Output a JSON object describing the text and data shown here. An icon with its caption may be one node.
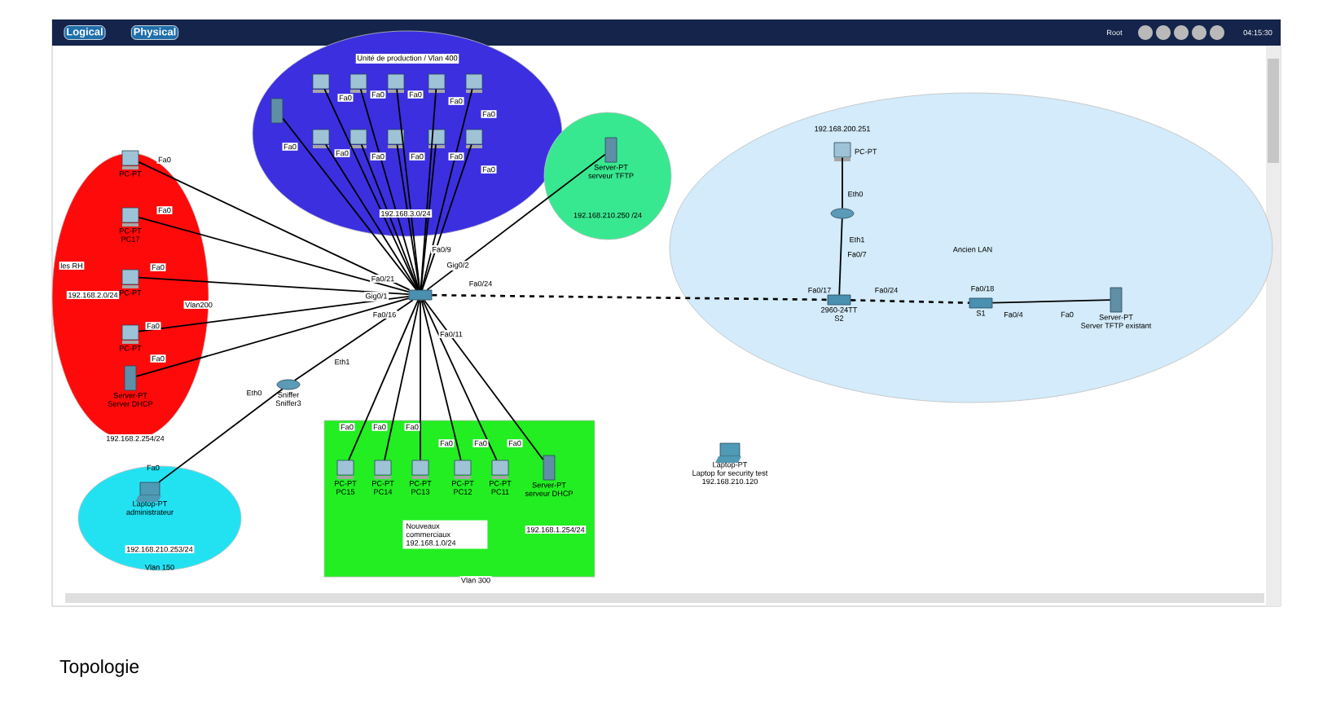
{
  "diagram": {
    "caption": "Topologie",
    "nodes": [
      {
        "text": [],
        "shape": "ellipse"
      },
      {
        "text": [
          "PC-PT"
        ],
        "in": 0
      },
      {
        "text": [
          "PC-PT",
          "PC17"
        ],
        "in": 0
      },
      {
        "text": [
          "PC-PT"
        ],
        "in": 0
      },
      {
        "text": [
          "PC-PT"
        ],
        "in": 0
      },
      {
        "text": [
          "Server-PT",
          "Server DHCP"
        ],
        "in": 0
      },
      {
        "text": [],
        "shape": "ellipse"
      },
      {
        "text": [],
        "shape": "box",
        "in": 6
      },
      {
        "text": [],
        "shape": "box",
        "in": 6
      },
      {
        "text": [],
        "shape": "box",
        "in": 6
      },
      {
        "text": [],
        "shape": "box",
        "in": 6
      },
      {
        "text": [],
        "shape": "box",
        "in": 6
      },
      {
        "text": [],
        "shape": "box",
        "in": 6
      },
      {
        "text": [],
        "shape": "box",
        "in": 6
      },
      {
        "text": [],
        "shape": "box",
        "in": 6
      },
      {
        "text": [],
        "shape": "box",
        "in": 6
      },
      {
        "text": [],
        "shape": "box",
        "in": 6
      },
      {
        "text": [],
        "shape": "box",
        "in": 6
      },
      {
        "text": [],
        "shape": "circle"
      },
      {
        "text": [
          "Server-PT",
          "serveur TFTP"
        ],
        "in": 18
      },
      {
        "text": [],
        "shape": "ellipse"
      },
      {
        "text": [
          "PC-PT"
        ],
        "in": 20
      },
      {
        "text": [],
        "shape": "ellipse",
        "in": 20
      },
      {
        "text": [
          "2960-24TT",
          "S2"
        ],
        "in": 20
      },
      {
        "text": [
          "S1"
        ],
        "in": 20
      },
      {
        "text": [
          "Server-PT",
          "Server TFTP existant"
        ],
        "in": 20
      },
      {
        "text": [],
        "shape": "box"
      },
      {
        "text": [
          "Sniffer",
          "Sniffer3"
        ]
      },
      {
        "text": [],
        "shape": "ellipse"
      },
      {
        "text": [
          "Laptop-PT",
          "administrateur"
        ],
        "in": 28
      },
      {
        "text": [],
        "shape": "box"
      },
      {
        "text": [
          "PC-PT",
          "PC15"
        ],
        "in": 30
      },
      {
        "text": [
          "PC-PT",
          "PC14"
        ],
        "in": 30
      },
      {
        "text": [
          "PC-PT",
          "PC13"
        ],
        "in": 30
      },
      {
        "text": [
          "PC-PT",
          "PC12"
        ],
        "in": 30
      },
      {
        "text": [
          "PC-PT",
          "PC11"
        ],
        "in": 30
      },
      {
        "text": [
          "Server-PT",
          "serveur DHCP"
        ],
        "in": 30
      },
      {
        "text": [
          "Nouveaux commerciaux 192.168.1.0/24"
        ],
        "in": 30
      },
      {
        "text": [
          "Laptop-PT",
          "Laptop for security test",
          "192.168.210.120"
        ]
      }
    ],
    "edges": [
      {
        "from": 1,
        "to": 26,
        "arrow": "none"
      },
      {
        "from": 2,
        "to": 26,
        "arrow": "none"
      },
      {
        "from": 3,
        "to": 26,
        "arrow": "none"
      },
      {
        "from": 4,
        "to": 26,
        "arrow": "none"
      },
      {
        "from": 5,
        "to": 26,
        "arrow": "none"
      },
      {
        "from": 7,
        "to": 26,
        "arrow": "none"
      },
      {
        "from": 8,
        "to": 26,
        "arrow": "none"
      },
      {
        "from": 9,
        "to": 26,
        "arrow": "none"
      },
      {
        "from": 10,
        "to": 26,
        "arrow": "none"
      },
      {
        "from": 11,
        "to": 26,
        "arrow": "none"
      },
      {
        "from": 12,
        "to": 26,
        "arrow": "none"
      },
      {
        "from": 13,
        "to": 26,
        "arrow": "none"
      },
      {
        "from": 14,
        "to": 26,
        "arrow": "none"
      },
      {
        "from": 15,
        "to": 26,
        "arrow": "none"
      },
      {
        "from": 16,
        "to": 26,
        "arrow": "none"
      },
      {
        "from": 17,
        "to": 26,
        "arrow": "none"
      },
      {
        "from": 19,
        "to": 26,
        "arrow": "none"
      },
      {
        "from": 26,
        "to": 23,
        "arrow": "none",
        "style": "dashed"
      },
      {
        "from": 21,
        "to": 22,
        "arrow": "none"
      },
      {
        "from": 22,
        "to": 23,
        "arrow": "none"
      },
      {
        "from": 23,
        "to": 24,
        "arrow": "none",
        "style": "dashed"
      },
      {
        "from": 24,
        "to": 25,
        "arrow": "none"
      },
      {
        "from": 26,
        "to": 27,
        "arrow": "none"
      },
      {
        "from": 27,
        "to": 29,
        "arrow": "none"
      },
      {
        "from": 31,
        "to": 26,
        "arrow": "none"
      },
      {
        "from": 32,
        "to": 26,
        "arrow": "none"
      },
      {
        "from": 33,
        "to": 26,
        "arrow": "none"
      },
      {
        "from": 34,
        "to": 26,
        "arrow": "none"
      },
      {
        "from": 35,
        "to": 26,
        "arrow": "none"
      },
      {
        "from": 36,
        "to": 26,
        "arrow": "none"
      }
    ],
    "labels": [
      "Logical",
      "Physical",
      "Root",
      "04:15:30",
      "Unité de production / Vlan 400",
      "Fa0",
      "Fa0",
      "Fa0",
      "Fa0",
      "Fa0",
      "Fa0",
      "Fa0",
      "Fa0",
      "Fa0",
      "Fa0",
      "Fa0",
      "192.168.3.0/24",
      "192.168.210.250 /24",
      "192.168.200.251",
      "Eth0",
      "Eth1",
      "Fa0/7",
      "Ancien LAN",
      "Fa0",
      "Fa0",
      "les RH",
      "192.168.2.0/24",
      "Vlan200",
      "Fa0",
      "Fa0",
      "Fa0",
      "Fa0/9",
      "Gig0/2",
      "Fa0/21",
      "Fa0/24",
      "Gig0/1",
      "Fa0/16",
      "Fa0/11",
      "Fa0/17",
      "Fa0/24",
      "Fa0/18",
      "Fa0/4",
      "Fa0",
      "Eth1",
      "Eth0",
      "192.168.2.254/24",
      "Fa0",
      "Fa0",
      "Fa0",
      "Fa0",
      "Fa0",
      "Fa0",
      "Fa0",
      "192.168.1.254/24",
      "192.168.210.253/24",
      "Vlan 150",
      "Vlan 300"
    ]
  }
}
